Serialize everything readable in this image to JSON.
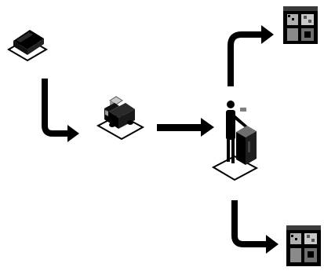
{
  "diagram": {
    "description_nodes": [
      {
        "id": "package",
        "icon": "package-icon"
      },
      {
        "id": "delivery-truck",
        "icon": "truck-icon"
      },
      {
        "id": "worker-station",
        "icon": "worker-at-counter-icon"
      },
      {
        "id": "storefront-top",
        "icon": "storefront-icon"
      },
      {
        "id": "storefront-bottom",
        "icon": "storefront-icon"
      }
    ],
    "edges": [
      {
        "from": "package",
        "to": "delivery-truck",
        "style": "elbow-down-right"
      },
      {
        "from": "delivery-truck",
        "to": "worker-station",
        "style": "straight"
      },
      {
        "from": "worker-station",
        "to": "storefront-top",
        "style": "elbow-up-right"
      },
      {
        "from": "worker-station",
        "to": "storefront-bottom",
        "style": "elbow-down-right"
      }
    ],
    "colors": {
      "ink": "#000000",
      "background": "#ffffff",
      "mid_gray": "#808080",
      "light_gray": "#c8c8c8"
    }
  }
}
